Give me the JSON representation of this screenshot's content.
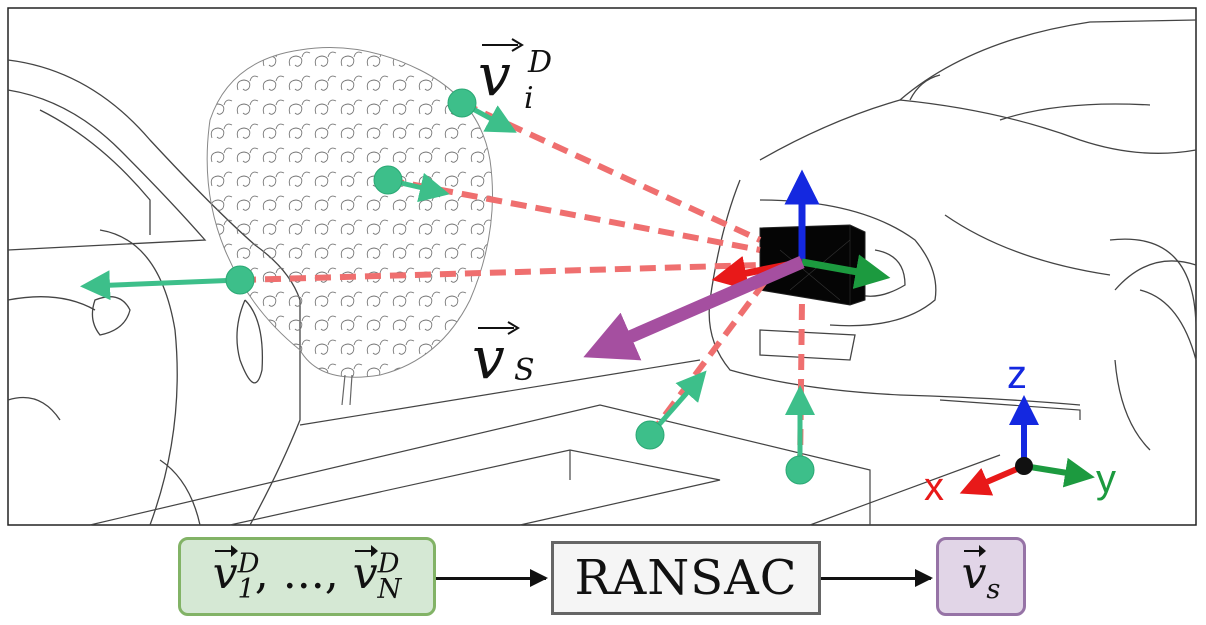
{
  "labels": {
    "vector_i_symbol": "v",
    "vector_i_sup": "D",
    "vector_i_sub": "i",
    "vector_s_symbol": "v",
    "vector_s_sub": "S"
  },
  "axes_legend": {
    "x": "x",
    "y": "y",
    "z": "z"
  },
  "pipeline": {
    "input_start": "v",
    "input_start_sub": "1",
    "input_sep": ", ..., ",
    "input_end": "v",
    "input_end_sub": "N",
    "input_sup": "D",
    "process_label": "RANSAC",
    "output_symbol": "v",
    "output_sub": "s"
  },
  "colors": {
    "ray": "#ef6f6f",
    "feature_vector": "#3dbf8a",
    "estimated_vector": "#a54fa0",
    "axis_x": "#e81919",
    "axis_y": "#1c9a3f",
    "axis_z": "#1428e0",
    "input_fill": "#d5e8d4",
    "input_border": "#82b366",
    "process_fill": "#f5f5f5",
    "process_border": "#666666",
    "output_fill": "#e1d5e7",
    "output_border": "#9673a6"
  }
}
